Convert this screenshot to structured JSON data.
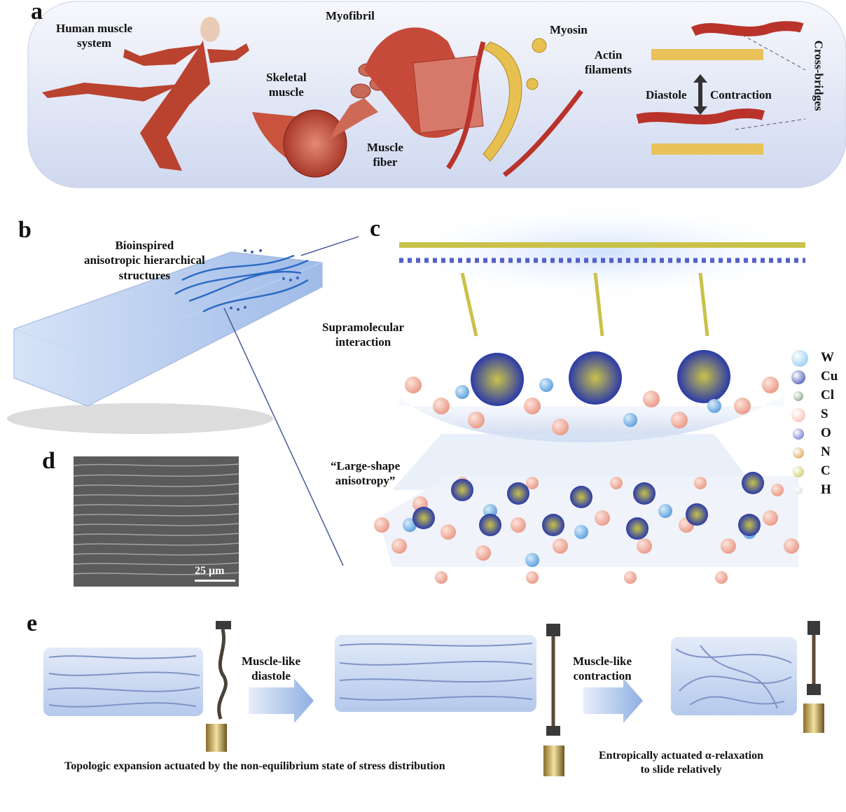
{
  "panels": {
    "a": "a",
    "b": "b",
    "c": "c",
    "d": "d",
    "e": "e"
  },
  "panel_a": {
    "human_muscle_system": "Human muscle\nsystem",
    "skeletal_muscle": "Skeletal\nmuscle",
    "myofibril": "Myofibril",
    "myosin": "Myosin",
    "actin_filaments": "Actin\nfilaments",
    "muscle_fiber": "Muscle\nfiber",
    "diastole": "Diastole",
    "contraction": "Contraction",
    "cross_bridges": "Cross-bridges"
  },
  "panel_b": {
    "title": "Bioinspired\nanisotropic hierarchical\nstructures"
  },
  "panel_c": {
    "supramolecular": "Supramolecular\ninteraction",
    "large_shape": "“Large-shape\nanisotropy”"
  },
  "panel_d": {
    "scalebar": "25 μm"
  },
  "panel_e": {
    "diastole_arrow": "Muscle-like\ndiastole",
    "contraction_arrow": "Muscle-like\ncontraction",
    "caption_left": "Topologic expansion actuated by the non-equilibrium state of stress distribution",
    "caption_right": "Entropically actuated α-relaxation\nto slide relatively"
  },
  "legend": [
    {
      "symbol": "W",
      "color": "#7fc3ee"
    },
    {
      "symbol": "Cu",
      "color": "#2b3aa8"
    },
    {
      "symbol": "Cl",
      "color": "#6f9a76"
    },
    {
      "symbol": "S",
      "color": "#f5b8a8"
    },
    {
      "symbol": "O",
      "color": "#5560c8"
    },
    {
      "symbol": "N",
      "color": "#d89a3a"
    },
    {
      "symbol": "C",
      "color": "#c9c24a"
    },
    {
      "symbol": "H",
      "color": "#d8d8d8"
    }
  ]
}
